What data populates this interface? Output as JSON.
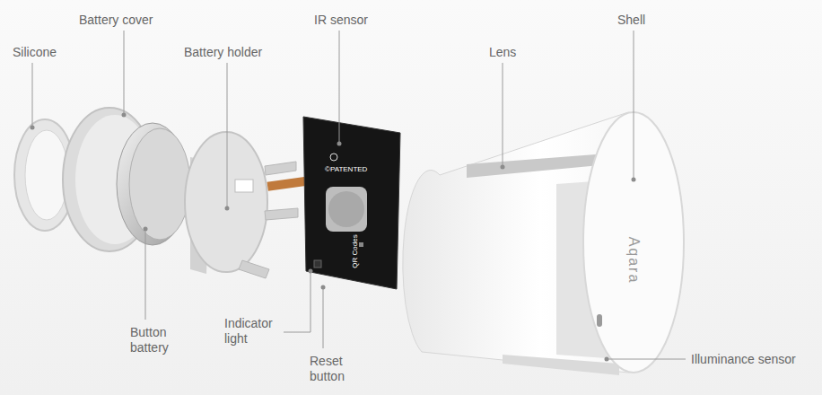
{
  "diagram": {
    "labels": [
      "Silicone",
      "Battery cover",
      "Battery holder",
      "IR sensor",
      "Lens",
      "Shell",
      "Button battery",
      "Indicator light",
      "Reset button",
      "Illuminance sensor",
      "©PATENTED",
      "QR Codes",
      "Aqara"
    ]
  }
}
